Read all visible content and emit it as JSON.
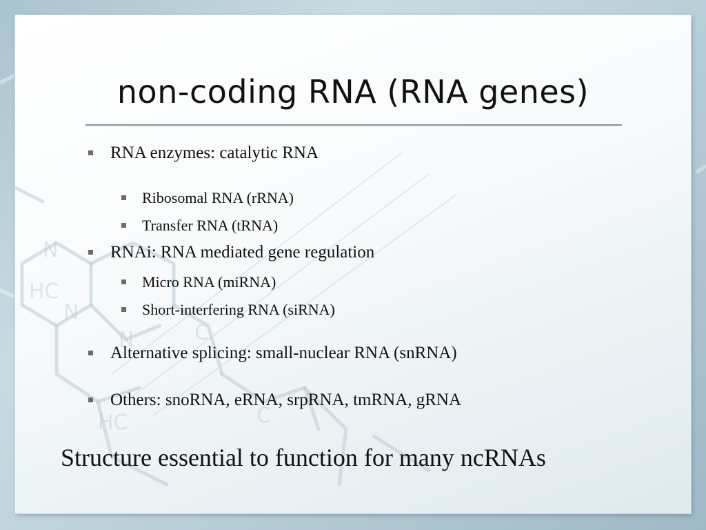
{
  "slide": {
    "title": "non-coding RNA (RNA genes)",
    "bullets": [
      {
        "text": "RNA enzymes: catalytic RNA",
        "children": [
          "Ribosomal RNA (rRNA)",
          "Transfer RNA (tRNA)"
        ]
      },
      {
        "text": "RNAi: RNA mediated gene regulation",
        "children": [
          "Micro RNA (miRNA)",
          "Short-interfering RNA (siRNA)"
        ]
      },
      {
        "text": "Alternative splicing: small-nuclear RNA (snRNA)",
        "children": []
      },
      {
        "text": "Others: snoRNA, eRNA, srpRNA, tmRNA, gRNA",
        "children": []
      }
    ],
    "footer": "Structure essential to function for many ncRNAs"
  },
  "icons": {
    "bullet": "square-bullet-icon"
  },
  "colors": {
    "background": "#b7cdd7",
    "slide": "#f7fafb",
    "text": "#111111",
    "bullet": "#6b6b6b",
    "rule": "#8e9aa0"
  }
}
